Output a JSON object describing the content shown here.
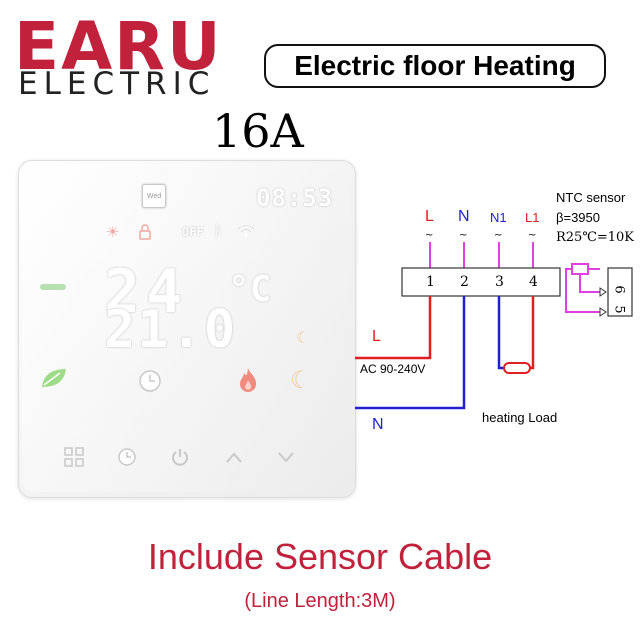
{
  "brand": {
    "name": "EARU",
    "tagline": "ELECTRIC"
  },
  "product": {
    "title": "Electric floor Heating",
    "rating": "16A"
  },
  "thermostat": {
    "day": "Wed",
    "time": "08:53",
    "power_state": "OFF",
    "temperature_main": "24",
    "unit": "°C",
    "temperature_set": "21.0"
  },
  "wiring": {
    "terminal_labels": [
      "L",
      "N",
      "N1",
      "L1"
    ],
    "terminal_numbers": [
      "1",
      "2",
      "3",
      "4"
    ],
    "sensor_terminals": [
      "6",
      "5"
    ],
    "sensor_title": "NTC sensor",
    "sensor_beta": "β=3950",
    "sensor_r25": "R25℃=10K",
    "supply_label_L": "L",
    "supply_label_N": "N",
    "supply_voltage": "AC 90-240V",
    "load_label": "heating Load",
    "colors": {
      "live": "#e02020",
      "neutral": "#2020d0",
      "signal": "#e040e0"
    }
  },
  "caption": {
    "main": "Include Sensor Cable",
    "sub": "(Line Length:3M)"
  }
}
